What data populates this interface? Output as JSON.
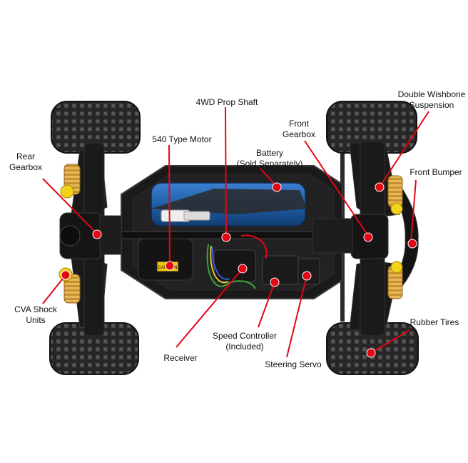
{
  "colors": {
    "callout_line": "#e30613",
    "callout_dot": "#e30613",
    "chassis": "#1a1a1a",
    "tire": "#1e1e1e",
    "battery": "#1f5fa8",
    "shock_spring": "#d9a441",
    "shock_cap": "#f2d21b",
    "caution_label": "#f1c40f"
  },
  "callouts": [
    {
      "id": "prop-shaft",
      "text": "4WD Prop Shaft"
    },
    {
      "id": "double-wishbone",
      "text": "Double Wishbone\nSuspension"
    },
    {
      "id": "front-gearbox",
      "text": "Front\nGearbox"
    },
    {
      "id": "motor",
      "text": "540 Type Motor"
    },
    {
      "id": "rear-gearbox",
      "text": "Rear\nGearbox"
    },
    {
      "id": "battery",
      "text": "Battery\n(Sold Separately)"
    },
    {
      "id": "front-bumper",
      "text": "Front Bumper"
    },
    {
      "id": "shock-units",
      "text": "CVA Shock\nUnits"
    },
    {
      "id": "rubber-tires",
      "text": "Rubber Tires"
    },
    {
      "id": "speed-controller",
      "text": "Speed Controller\n(Included)"
    },
    {
      "id": "receiver",
      "text": "Receiver"
    },
    {
      "id": "steering-servo",
      "text": "Steering Servo"
    }
  ],
  "caution_text": "CAUTION"
}
